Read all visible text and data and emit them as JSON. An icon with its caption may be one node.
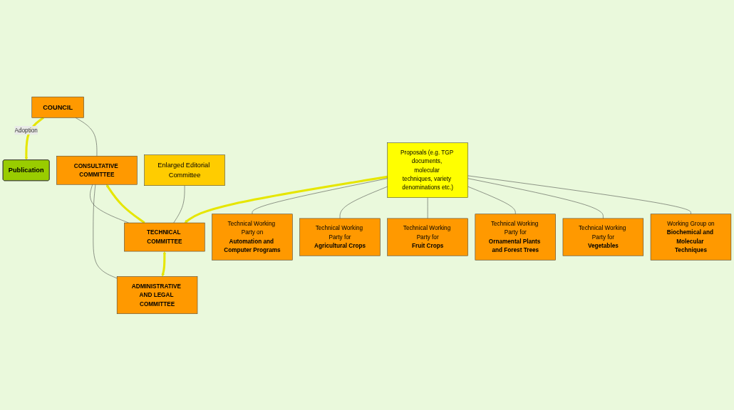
{
  "diagram": {
    "nodes": [
      {
        "text": [
          "Publication"
        ]
      },
      {
        "text": [
          "COUNCIL"
        ]
      },
      {
        "text": [
          "CONSULTATIVE COMMITTEE"
        ]
      },
      {
        "text": [
          "Enlarged Editorial Committee"
        ]
      },
      {
        "text": [
          "TECHNICAL COMMITTEE"
        ]
      },
      {
        "text": [
          "ADMINISTRATIVE AND LEGAL COMMITTEE"
        ]
      },
      {
        "text": [
          "Proposals (e.g. TGP documents, molecular techniques, variety denominations etc.)"
        ]
      },
      {
        "text": [
          "Technical Working Party on",
          "Automation and Computer Programs"
        ]
      },
      {
        "text": [
          "Technical Working Party for",
          "Agricultural Crops"
        ]
      },
      {
        "text": [
          "Technical Working Party for",
          "Fruit Crops"
        ]
      },
      {
        "text": [
          "Technical Working Party for",
          "Ornamental Plants and Forest Trees"
        ]
      },
      {
        "text": [
          "Technical Working Party for",
          "Vegetables"
        ]
      },
      {
        "text": [
          "Working Group on",
          "Biochemical and Molecular Techniques"
        ]
      }
    ],
    "edges": [
      {
        "from": 1,
        "to": 0,
        "arrow": "to",
        "label": "Adoption",
        "style": "thick",
        "color": "#e6e600"
      },
      {
        "from": 1,
        "to": 2,
        "arrow": "none"
      },
      {
        "from": 2,
        "to": 4,
        "arrow": "none"
      },
      {
        "from": 2,
        "to": 5,
        "arrow": "none"
      },
      {
        "from": 4,
        "to": 2,
        "arrow": "to",
        "style": "thick",
        "color": "#e6e600"
      },
      {
        "from": 4,
        "to": 5,
        "arrow": "both",
        "style": "thick",
        "color": "#e6e600"
      },
      {
        "from": 3,
        "to": 4,
        "arrow": "none"
      },
      {
        "from": 6,
        "to": 4,
        "arrow": "to",
        "style": "thick",
        "color": "#e6e600"
      },
      {
        "from": 6,
        "to": 7,
        "arrow": "none"
      },
      {
        "from": 6,
        "to": 8,
        "arrow": "none"
      },
      {
        "from": 6,
        "to": 9,
        "arrow": "none"
      },
      {
        "from": 6,
        "to": 10,
        "arrow": "none"
      },
      {
        "from": 6,
        "to": 11,
        "arrow": "none"
      },
      {
        "from": 6,
        "to": 12,
        "arrow": "none"
      }
    ]
  }
}
